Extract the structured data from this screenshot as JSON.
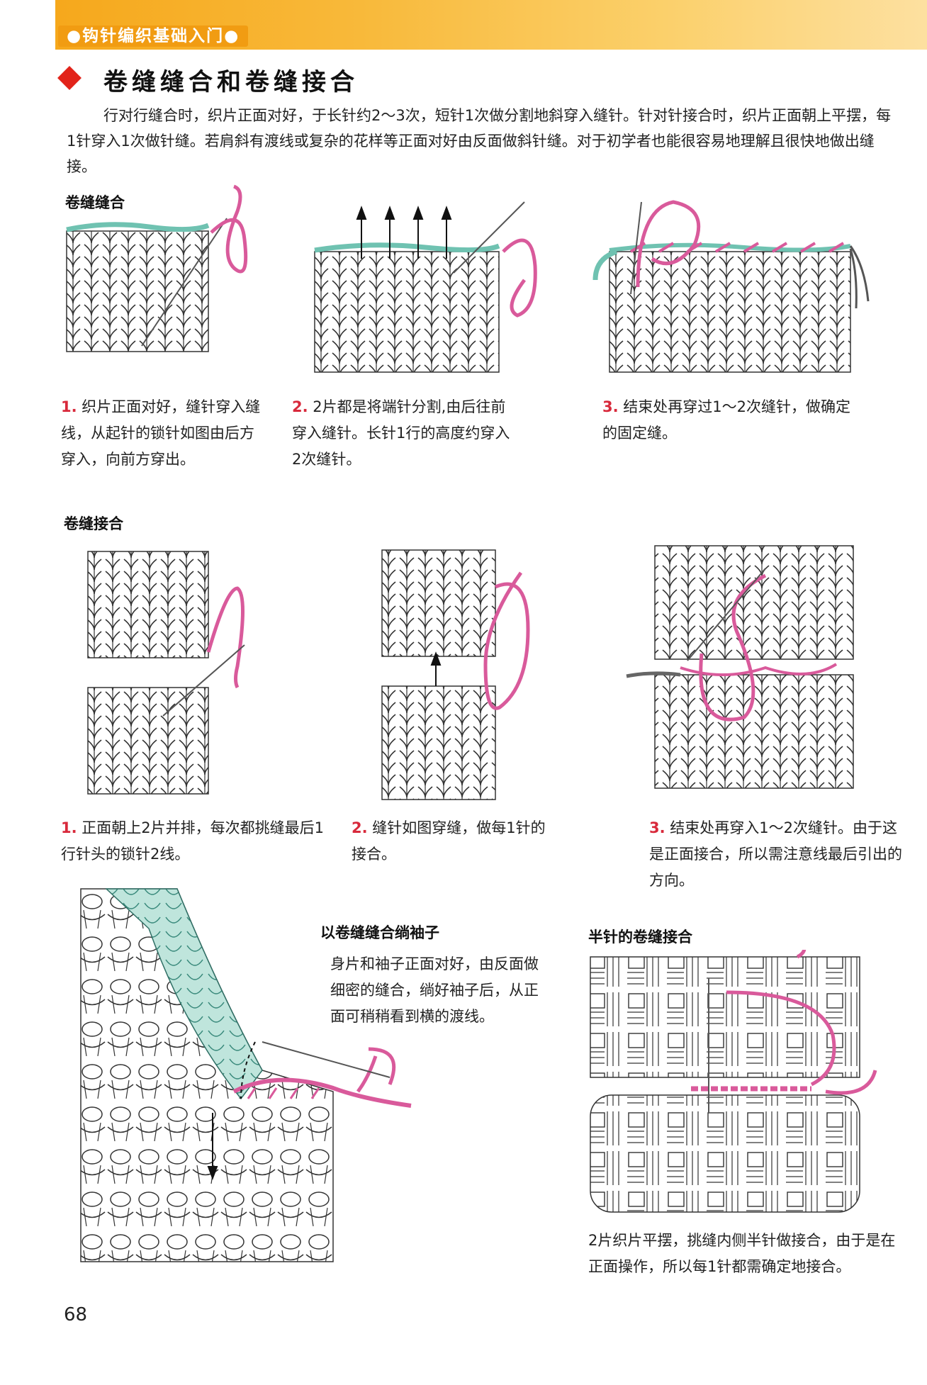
{
  "header": {
    "tag": "●钩针编织基础入门●"
  },
  "section": {
    "title": "卷缝缝合和卷缝接合",
    "intro": "行对行缝合时，织片正面对好，于长针约2～3次，短针1次做分割地斜穿入缝针。针对针接合时，织片正面朝上平摆，每1针穿入1次做针缝。若肩斜有渡线或复杂的花样等正面对好由反面做斜针缝。对于初学者也能很容易地理解且很快地做出缝接。"
  },
  "part1": {
    "title": "卷缝缝合",
    "steps": [
      {
        "num": "1.",
        "text": "织片正面对好，缝针穿入缝线，从起针的锁针如图由后方穿入，向前方穿出。"
      },
      {
        "num": "2.",
        "text": "2片都是将端针分割,由后往前穿入缝针。长针1行的高度约穿入2次缝针。"
      },
      {
        "num": "3.",
        "text": "结束处再穿过1～2次缝针，做确定的固定缝。"
      }
    ]
  },
  "part2": {
    "title": "卷缝接合",
    "steps": [
      {
        "num": "1.",
        "text": "正面朝上2片并排，每次都挑缝最后1行针头的锁针2线。"
      },
      {
        "num": "2.",
        "text": "缝针如图穿缝，做每1针的接合。"
      },
      {
        "num": "3.",
        "text": "结束处再穿入1～2次缝针。由于这是正面接合，所以需注意线最后引出的方向。"
      }
    ]
  },
  "sleeve": {
    "title": "以卷缝缝合绱袖子",
    "text": "身片和袖子正面对好，由反面做细密的缝合，绱好袖子后，从正面可稍稍看到横的渡线。"
  },
  "half": {
    "title": "半针的卷缝接合",
    "text": "2片织片平摆，挑缝内侧半针做接合，由于是在正面操作，所以每1针都需确定地接合。"
  },
  "page_number": "68",
  "colors": {
    "header": "#f6a81c",
    "accent": "#e2231a",
    "yarn_pink": "#d95a9b",
    "yarn_teal": "#6fc2b1",
    "step_num": "#d8293b"
  }
}
